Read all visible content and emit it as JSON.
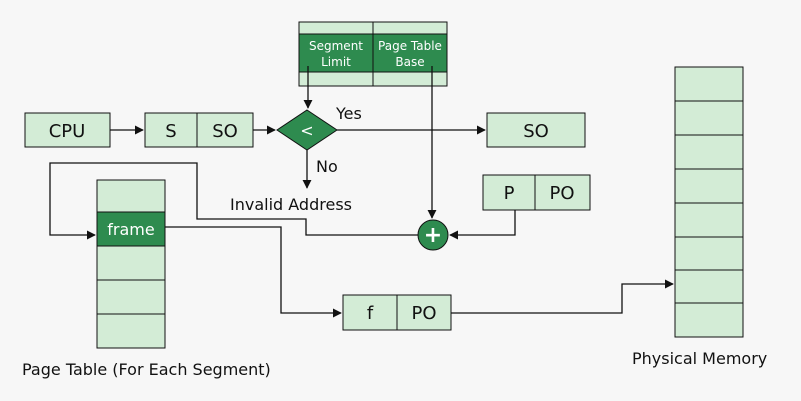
{
  "diagram": {
    "segment_table": {
      "limit_label_1": "Segment",
      "limit_label_2": "Limit",
      "base_label_1": "Page Table",
      "base_label_2": "Base"
    },
    "cpu_label": "CPU",
    "logical_address": {
      "s": "S",
      "so": "SO"
    },
    "compare_symbol": "<",
    "yes_label": "Yes",
    "no_label": "No",
    "invalid_label": "Invalid Address",
    "so_out_label": "SO",
    "page_split": {
      "p": "P",
      "po": "PO"
    },
    "adder_symbol": "+",
    "page_table": {
      "entry_label": "frame",
      "caption": "Page Table (For Each Segment)"
    },
    "physical_address": {
      "f": "f",
      "po": "PO"
    },
    "physical_memory_caption": "Physical Memory"
  },
  "colors": {
    "accent": "#2e8b4f",
    "light_fill": "#d3ecd6",
    "line": "#111111"
  }
}
